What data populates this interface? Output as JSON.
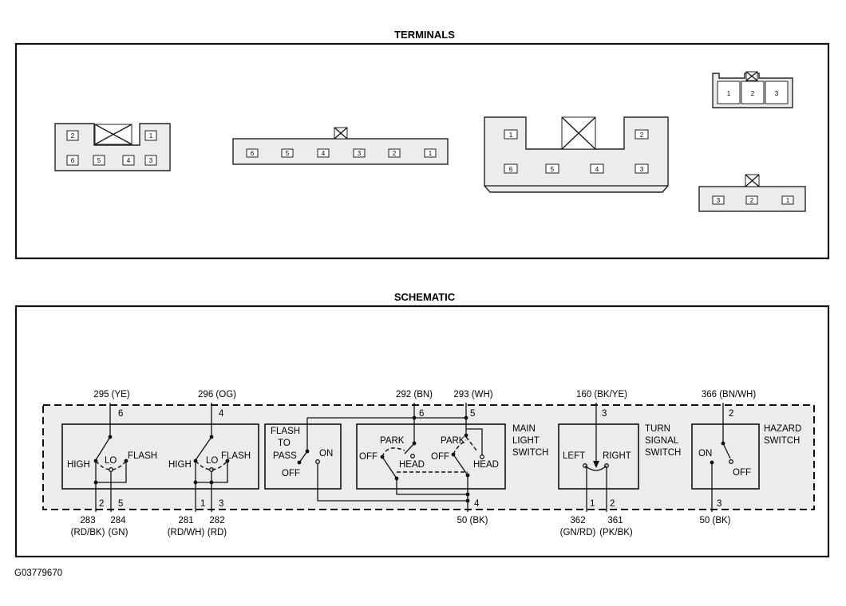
{
  "titles": {
    "terminals": "TERMINALS",
    "schematic": "SCHEMATIC"
  },
  "figure_id": "G03779670",
  "terminals": {
    "conn_a": {
      "top": [
        "2",
        "1"
      ],
      "bottom": [
        "6",
        "5",
        "4",
        "3"
      ]
    },
    "conn_b": [
      "6",
      "5",
      "4",
      "3",
      "2",
      "1"
    ],
    "conn_c": {
      "top": [
        "1",
        "2"
      ],
      "bottom": [
        "6",
        "5",
        "4",
        "3"
      ]
    },
    "conn_d": [
      "1",
      "2",
      "3"
    ],
    "conn_e": [
      "3",
      "2",
      "1"
    ]
  },
  "schematic": {
    "wires_top": [
      {
        "circuit": "295 (YE)",
        "pin": "6"
      },
      {
        "circuit": "296 (OG)",
        "pin": "4"
      },
      {
        "circuit": "292 (BN)",
        "pin": "6"
      },
      {
        "circuit": "293 (WH)",
        "pin": "5"
      },
      {
        "circuit": "160 (BK/YE)",
        "pin": "3"
      },
      {
        "circuit": "366 (BN/WH)",
        "pin": "2"
      }
    ],
    "dimmer1": {
      "high": "HIGH",
      "lo": "LO",
      "flash": "FLASH",
      "pins": [
        "2",
        "5"
      ],
      "circ1": "283",
      "color1": "(RD/BK)",
      "circ2": "284",
      "color2": "(GN)"
    },
    "dimmer2": {
      "high": "HIGH",
      "lo": "LO",
      "flash": "FLASH",
      "pins": [
        "1",
        "3"
      ],
      "circ1": "281",
      "color1": "(RD/WH)",
      "circ2": "282",
      "color2": "(RD)"
    },
    "flash_to_pass": {
      "l1": "FLASH",
      "l2": "TO",
      "l3": "PASS",
      "on": "ON",
      "off": "OFF"
    },
    "main_light": {
      "park": "PARK",
      "head": "HEAD",
      "off": "OFF",
      "name": [
        "MAIN",
        "LIGHT",
        "SWITCH"
      ],
      "pin": "4",
      "ground": "50 (BK)"
    },
    "turn_signal": {
      "left": "LEFT",
      "right": "RIGHT",
      "name": [
        "TURN",
        "SIGNAL",
        "SWITCH"
      ],
      "pins": [
        "1",
        "2"
      ],
      "circ1": "362",
      "color1": "(GN/RD)",
      "circ2": "361",
      "color2": "(PK/BK)"
    },
    "hazard": {
      "on": "ON",
      "off": "OFF",
      "name": [
        "HAZARD",
        "SWITCH"
      ],
      "pin": "3",
      "ground": "50 (BK)"
    }
  }
}
